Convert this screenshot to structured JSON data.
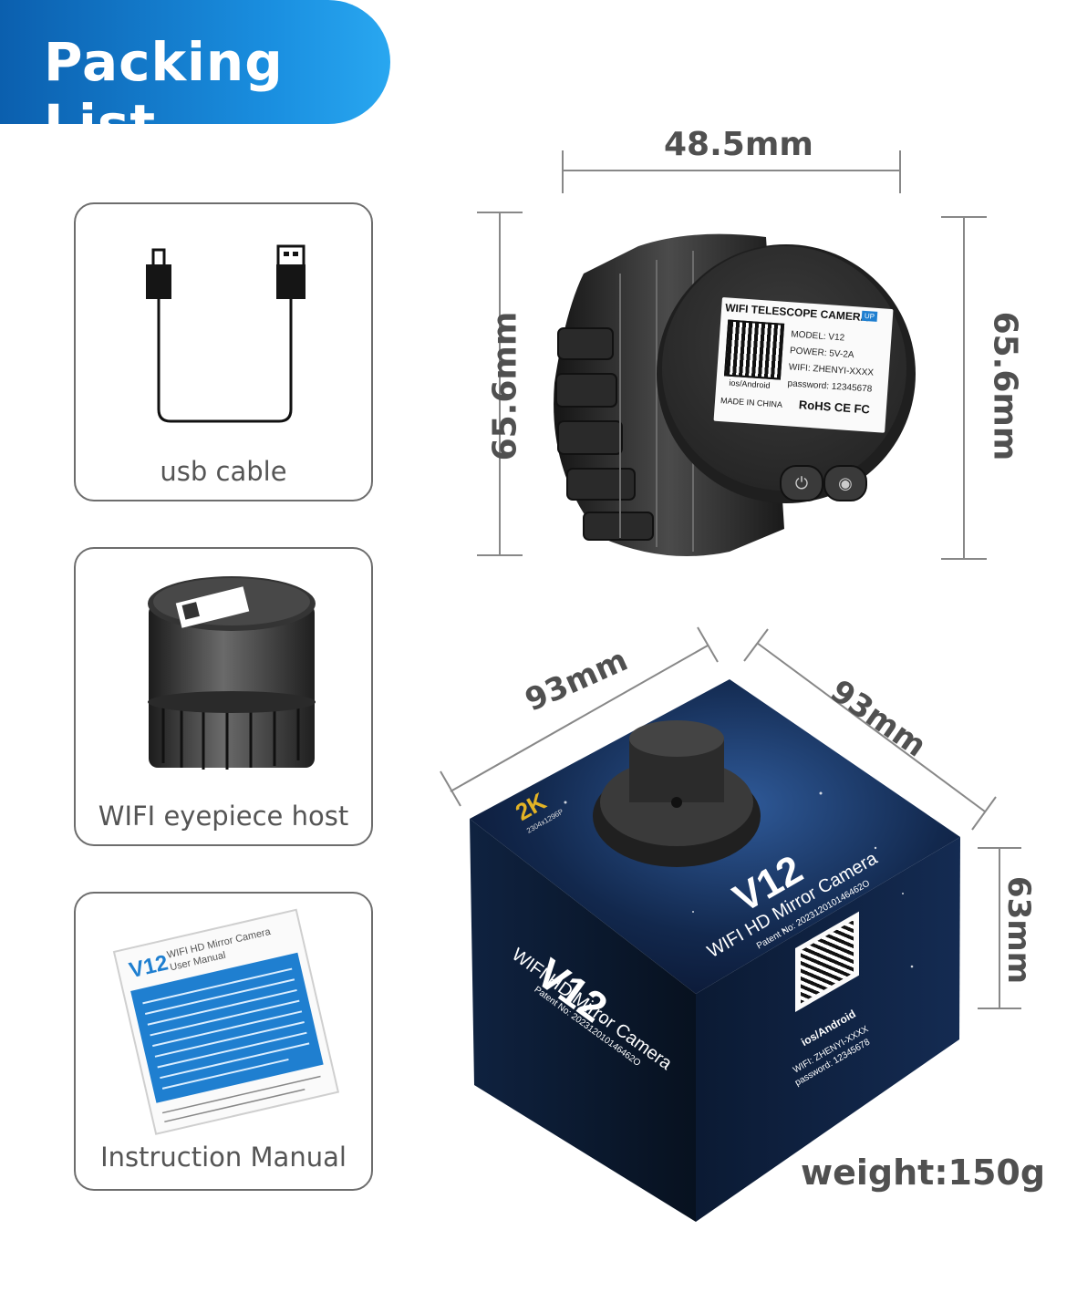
{
  "header": {
    "title": "Packing List"
  },
  "items": [
    {
      "label": "usb cable"
    },
    {
      "label": "WIFI eyepiece host"
    },
    {
      "label": "Instruction Manual"
    }
  ],
  "camera": {
    "width": "48.5mm",
    "height_left": "65.6mm",
    "height_right": "65.6mm",
    "label": {
      "title": "WIFI TELESCOPE CAMERA",
      "badge": "UP",
      "model": "MODEL: V12",
      "power": "POWER: 5V-2A",
      "wifi": "WIFI: ZHENYI-XXXX",
      "password": "password: 12345678",
      "os": "ios/Android",
      "made_in": "MADE IN CHINA",
      "certs": "RoHS  CE FC"
    }
  },
  "box": {
    "depth_left": "93mm",
    "depth_right": "93mm",
    "height": "63mm",
    "weight": "weight:150g",
    "badge": "2K",
    "badge_sub": "2304x1296P",
    "top_model": "V12",
    "top_sub": "WIFI HD Mirror Camera",
    "top_patent": "Patent No: 202312010146462O",
    "side_model": "V12",
    "side_sub": "WIFI HD Mirror Camera",
    "side_patent": "Patent No: 202312010146462O",
    "qr_os": "ios/Android",
    "wifi": "WIFI: ZHENYI-XXXX",
    "password": "password: 12345678"
  },
  "manual": {
    "model": "V12",
    "title": "WIFI HD Mirror Camera",
    "subtitle": "User Manual"
  },
  "colors": {
    "banner": "#1a8fe0",
    "box_dark": "#0d1a33",
    "border": "#6d6d6d"
  }
}
